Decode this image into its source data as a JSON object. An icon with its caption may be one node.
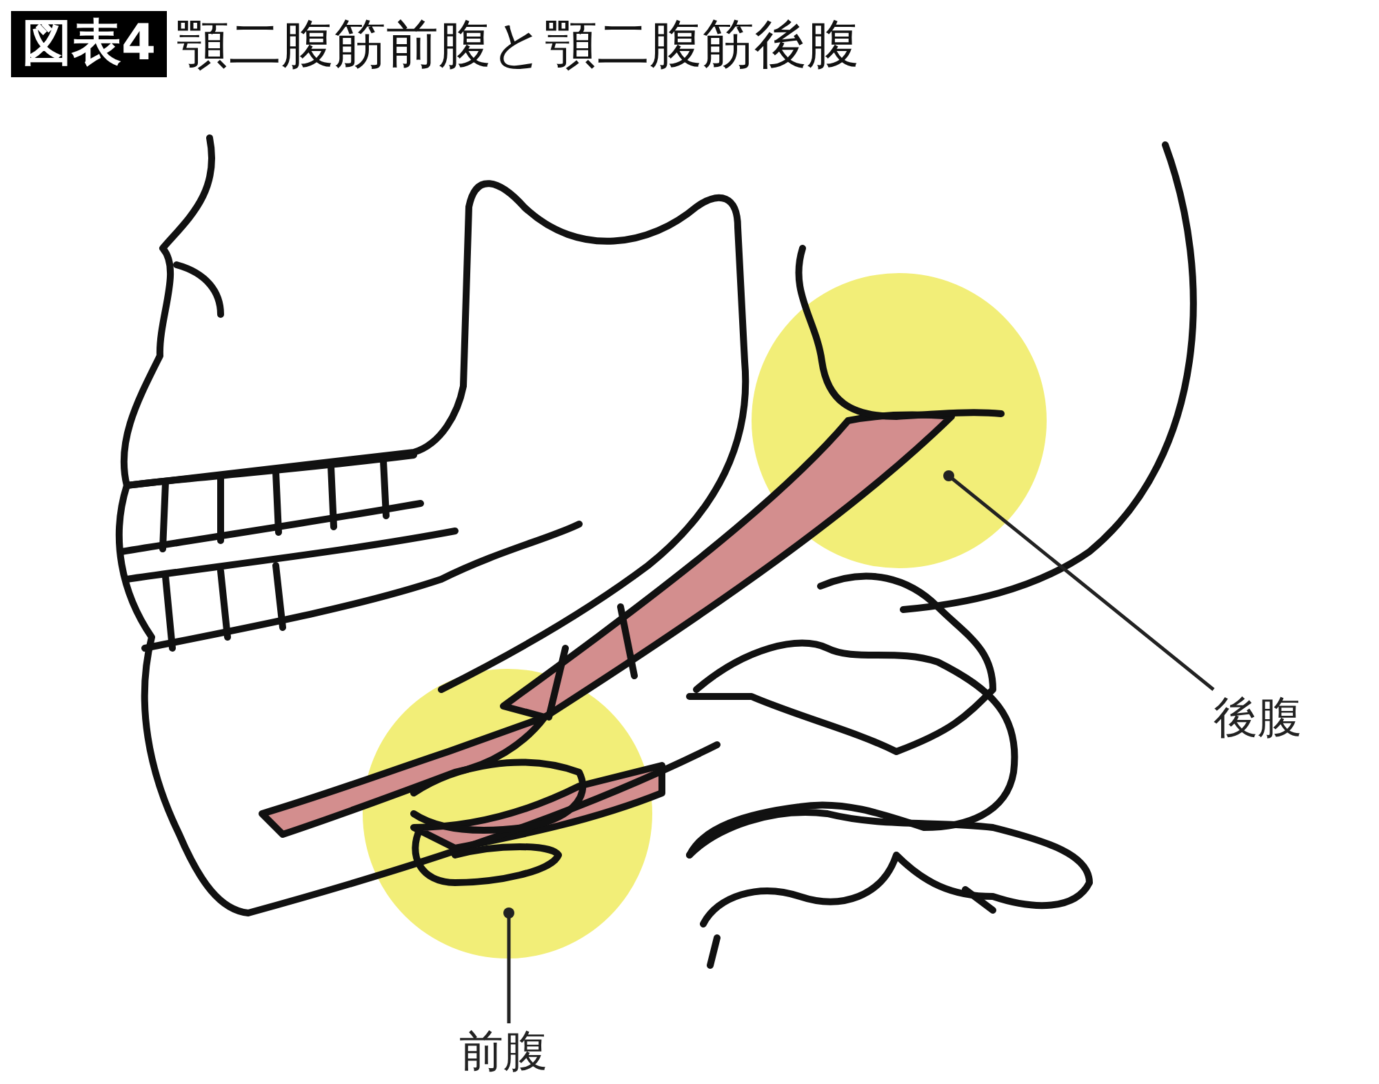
{
  "diagram": {
    "title": "顎二腹筋前腹と顎二腹筋後腹",
    "nodes": [
      {
        "text": [],
        "shape": "circle"
      },
      {
        "text": [],
        "shape": "circle"
      },
      {
        "text": [
          "後腹"
        ]
      },
      {
        "text": [
          "前腹"
        ]
      }
    ],
    "edges": [
      {
        "from": 2,
        "to": 0,
        "arrow": "other"
      },
      {
        "from": 3,
        "to": 1,
        "arrow": "other"
      }
    ],
    "labels": [
      "図表4"
    ]
  }
}
